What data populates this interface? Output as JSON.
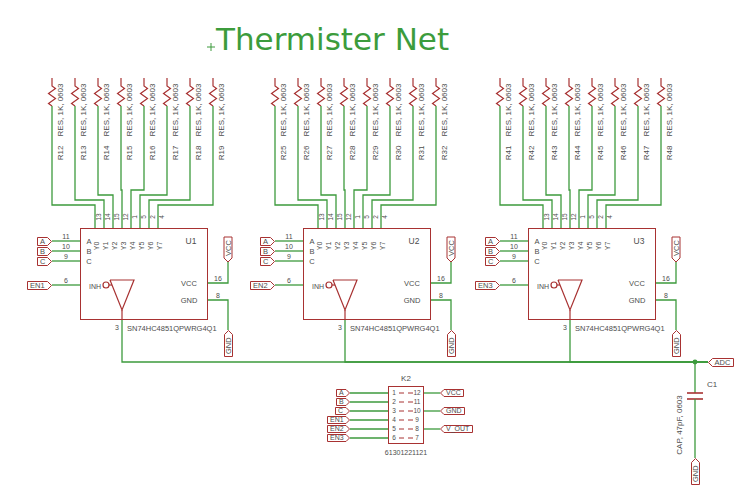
{
  "diagram": {
    "title": "Thermister Net",
    "nodes": [
      {
        "text": [
          "U1",
          "SN74HC4851QPWRG4Q1",
          "A",
          "B",
          "C",
          "Y0",
          "Y1",
          "Y2",
          "Y3",
          "Y4",
          "Y5",
          "Y6",
          "Y7",
          "INH",
          "VCC",
          "GND"
        ]
      },
      {
        "text": [
          "A"
        ]
      },
      {
        "text": [
          "B"
        ]
      },
      {
        "text": [
          "C"
        ]
      },
      {
        "text": [
          "EN1"
        ]
      },
      {
        "text": [
          "VCC"
        ]
      },
      {
        "text": [
          "GND"
        ]
      },
      {
        "text": [
          "U2",
          "SN74HC4851QPWRG4Q1",
          "A",
          "B",
          "C",
          "Y0",
          "Y1",
          "Y2",
          "Y3",
          "Y4",
          "Y5",
          "Y6",
          "Y7",
          "INH",
          "VCC",
          "GND"
        ]
      },
      {
        "text": [
          "A"
        ]
      },
      {
        "text": [
          "B"
        ]
      },
      {
        "text": [
          "C"
        ]
      },
      {
        "text": [
          "EN2"
        ]
      },
      {
        "text": [
          "VCC"
        ]
      },
      {
        "text": [
          "GND"
        ]
      },
      {
        "text": [
          "U3",
          "SN74HC4851QPWRG4Q1",
          "A",
          "B",
          "C",
          "Y0",
          "Y1",
          "Y2",
          "Y3",
          "Y4",
          "Y5",
          "Y6",
          "Y7",
          "INH",
          "VCC",
          "GND"
        ]
      },
      {
        "text": [
          "A"
        ]
      },
      {
        "text": [
          "B"
        ]
      },
      {
        "text": [
          "C"
        ]
      },
      {
        "text": [
          "EN3"
        ]
      },
      {
        "text": [
          "VCC"
        ]
      },
      {
        "text": [
          "GND"
        ]
      },
      {
        "text": [
          "ADC"
        ]
      },
      {
        "text": [
          "K2",
          "61301221121",
          "1",
          "2",
          "3",
          "4",
          "5",
          "6",
          "12",
          "11",
          "10",
          "9",
          "8",
          "7"
        ]
      },
      {
        "text": [
          "A"
        ]
      },
      {
        "text": [
          "B"
        ]
      },
      {
        "text": [
          "C"
        ]
      },
      {
        "text": [
          "EN1"
        ]
      },
      {
        "text": [
          "EN2"
        ]
      },
      {
        "text": [
          "EN3"
        ]
      },
      {
        "text": [
          "VCC"
        ]
      },
      {
        "text": [
          "GND"
        ]
      },
      {
        "text": [
          "V_OUT"
        ]
      },
      {
        "text": [
          "GND"
        ]
      }
    ],
    "edges": [
      {
        "from": 1,
        "to": 0,
        "arrow": "none"
      },
      {
        "from": 2,
        "to": 0,
        "arrow": "none"
      },
      {
        "from": 3,
        "to": 0,
        "arrow": "none"
      },
      {
        "from": 4,
        "to": 0,
        "arrow": "none"
      },
      {
        "from": 0,
        "to": 5,
        "arrow": "none"
      },
      {
        "from": 0,
        "to": 6,
        "arrow": "none"
      },
      {
        "from": 8,
        "to": 7,
        "arrow": "none"
      },
      {
        "from": 9,
        "to": 7,
        "arrow": "none"
      },
      {
        "from": 10,
        "to": 7,
        "arrow": "none"
      },
      {
        "from": 11,
        "to": 7,
        "arrow": "none"
      },
      {
        "from": 7,
        "to": 12,
        "arrow": "none"
      },
      {
        "from": 7,
        "to": 13,
        "arrow": "none"
      },
      {
        "from": 15,
        "to": 14,
        "arrow": "none"
      },
      {
        "from": 16,
        "to": 14,
        "arrow": "none"
      },
      {
        "from": 17,
        "to": 14,
        "arrow": "none"
      },
      {
        "from": 18,
        "to": 14,
        "arrow": "none"
      },
      {
        "from": 14,
        "to": 19,
        "arrow": "none"
      },
      {
        "from": 14,
        "to": 20,
        "arrow": "none"
      },
      {
        "from": 0,
        "to": 21,
        "arrow": "none"
      },
      {
        "from": 7,
        "to": 21,
        "arrow": "none"
      },
      {
        "from": 14,
        "to": 21,
        "arrow": "none"
      },
      {
        "from": 23,
        "to": 22,
        "arrow": "none"
      },
      {
        "from": 24,
        "to": 22,
        "arrow": "none"
      },
      {
        "from": 25,
        "to": 22,
        "arrow": "none"
      },
      {
        "from": 26,
        "to": 22,
        "arrow": "none"
      },
      {
        "from": 27,
        "to": 22,
        "arrow": "none"
      },
      {
        "from": 28,
        "to": 22,
        "arrow": "none"
      },
      {
        "from": 22,
        "to": 29,
        "arrow": "none"
      },
      {
        "from": 22,
        "to": 30,
        "arrow": "none"
      },
      {
        "from": 22,
        "to": 31,
        "arrow": "none"
      }
    ],
    "labels": [
      "R12",
      "RES, 1K, 0603",
      "R13",
      "RES, 1K, 0603",
      "R14",
      "RES, 1K, 0603",
      "R15",
      "RES, 1K, 0603",
      "R16",
      "RES, 1K, 0603",
      "R17",
      "RES, 1K, 0603",
      "R18",
      "RES, 1K, 0603",
      "R19",
      "RES, 1K, 0603",
      "11",
      "10",
      "9",
      "13",
      "14",
      "15",
      "12",
      "1",
      "5",
      "2",
      "4",
      "6",
      "16",
      "8",
      "3",
      "R25",
      "RES, 1K, 0603",
      "R26",
      "RES, 1K, 0603",
      "R27",
      "RES, 1K, 0603",
      "R28",
      "RES, 1K, 0603",
      "R29",
      "RES, 1K, 0603",
      "R30",
      "RES, 1K, 0603",
      "R31",
      "RES, 1K, 0603",
      "R32",
      "RES, 1K, 0603",
      "11",
      "10",
      "9",
      "13",
      "14",
      "15",
      "12",
      "1",
      "5",
      "2",
      "4",
      "6",
      "16",
      "8",
      "3",
      "R41",
      "RES, 1K, 0603",
      "R42",
      "RES, 1K, 0603",
      "R43",
      "RES, 1K, 0603",
      "R44",
      "RES, 1K, 0603",
      "R45",
      "RES, 1K, 0603",
      "R46",
      "RES, 1K, 0603",
      "R47",
      "RES, 1K, 0603",
      "R48",
      "RES, 1K, 0603",
      "11",
      "10",
      "9",
      "13",
      "14",
      "15",
      "12",
      "1",
      "5",
      "2",
      "4",
      "6",
      "16",
      "8",
      "3",
      "C1",
      "CAP, 47pF, 0603"
    ]
  }
}
